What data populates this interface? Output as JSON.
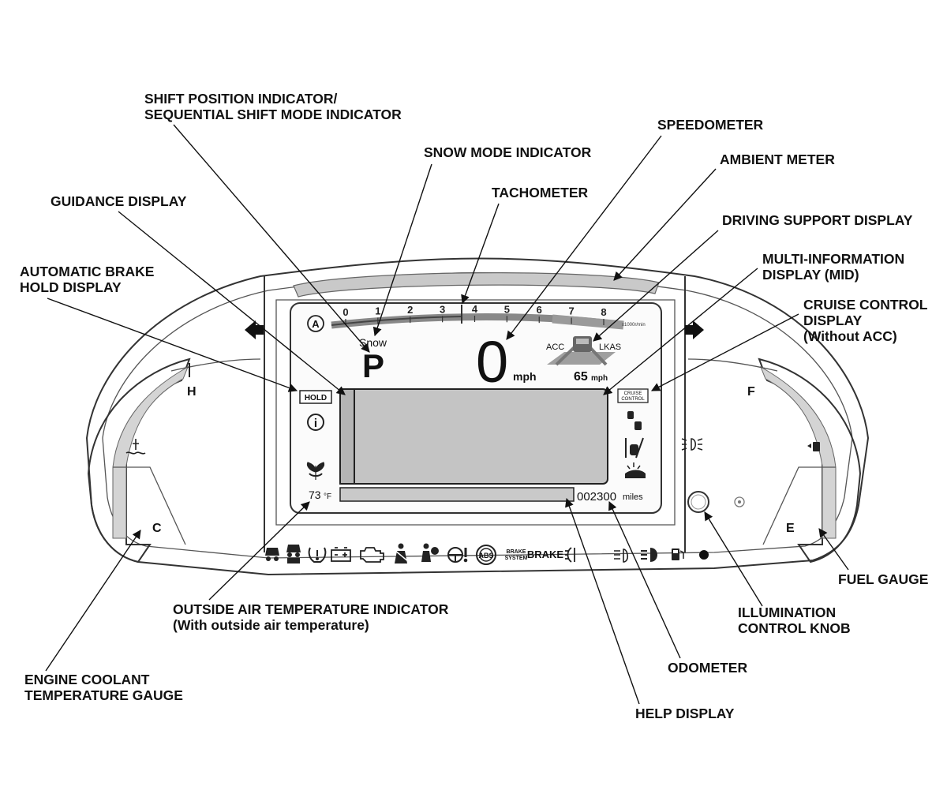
{
  "callouts": {
    "shift_position_line1": "SHIFT POSITION INDICATOR/",
    "shift_position_line2": "SEQUENTIAL SHIFT MODE INDICATOR",
    "speedometer": "SPEEDOMETER",
    "snow_mode": "SNOW MODE INDICATOR",
    "ambient_meter": "AMBIENT METER",
    "guidance_display": "GUIDANCE DISPLAY",
    "tachometer": "TACHOMETER",
    "driving_support": "DRIVING SUPPORT DISPLAY",
    "auto_brake_line1": "AUTOMATIC BRAKE",
    "auto_brake_line2": "HOLD DISPLAY",
    "mid_line1": "MULTI-INFORMATION",
    "mid_line2": "DISPLAY (MID)",
    "cruise_line1": "CRUISE CONTROL",
    "cruise_line2": "DISPLAY",
    "cruise_line3": "(Without ACC)",
    "fuel_gauge": "FUEL GAUGE",
    "outside_temp_line1": "OUTSIDE AIR TEMPERATURE INDICATOR",
    "outside_temp_line2": "(With outside air temperature)",
    "illumination_line1": "ILLUMINATION",
    "illumination_line2": "CONTROL KNOB",
    "odometer": "ODOMETER",
    "coolant_line1": "ENGINE COOLANT",
    "coolant_line2": "TEMPERATURE GAUGE",
    "help_display": "HELP DISPLAY"
  },
  "cluster": {
    "tach_ticks": [
      "0",
      "1",
      "2",
      "3",
      "4",
      "5",
      "6",
      "7",
      "8"
    ],
    "tach_unit": "x1000r/min",
    "snow_label": "Snow",
    "shift_position": "P",
    "speed_value": "0",
    "speed_unit": "mph",
    "acc_label": "ACC",
    "lkas_label": "LKAS",
    "set_speed": "65",
    "set_speed_unit": "mph",
    "hold_label": "HOLD",
    "cruise_label_line1": "CRUISE",
    "cruise_label_line2": "CONTROL",
    "temp_value": "73",
    "temp_unit": "°F",
    "odometer_value": "002300",
    "odometer_unit": "miles",
    "coolant_hot": "H",
    "coolant_cold": "C",
    "fuel_full": "F",
    "fuel_empty": "E",
    "brake_system_line1": "BRAKE",
    "brake_system_line2": "SYSTEM",
    "brake_label": "BRAKE",
    "abs_label": "ABS",
    "auto_a_label": "A",
    "info_icon_label": "i"
  },
  "icons": [
    "vsa-icon",
    "vsa-off-icon",
    "tpms-icon",
    "battery-icon",
    "check-engine-icon",
    "seatbelt-icon",
    "airbag-icon",
    "power-steering-icon",
    "abs-icon",
    "brake-system-icon",
    "brake-icon",
    "fog-light-icon",
    "auto-headlight-icon",
    "high-beam-icon",
    "low-fuel-icon",
    "security-icon"
  ]
}
